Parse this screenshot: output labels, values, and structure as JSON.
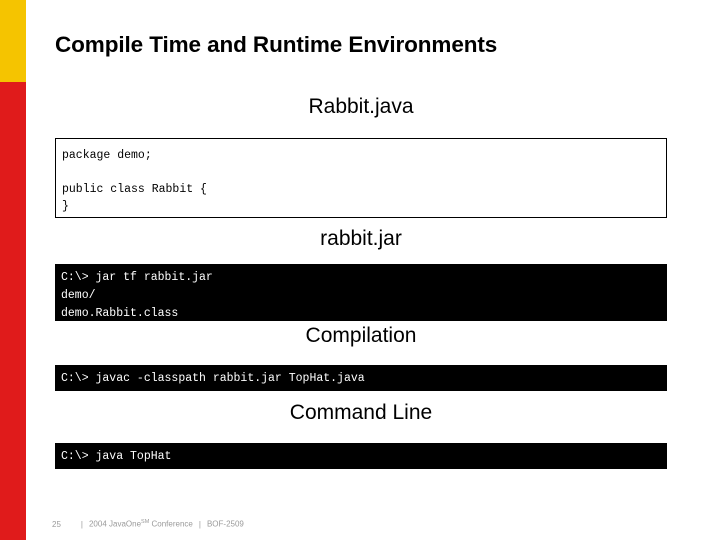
{
  "slide": {
    "title": "Compile Time and Runtime Environments",
    "headings": {
      "source_file": "Rabbit.java",
      "jar_file": "rabbit.jar",
      "compilation": "Compilation",
      "command_line": "Command Line"
    },
    "code_blocks": {
      "rabbit_java": "package demo;\n\npublic class Rabbit {\n}",
      "jar_output": "C:\\> jar tf rabbit.jar\ndemo/\ndemo.Rabbit.class",
      "javac_command": "C:\\> javac -classpath rabbit.jar TopHat.java",
      "java_command": "C:\\> java TopHat"
    },
    "footer": {
      "page_number": "25",
      "separator1": "|",
      "conference": "2004 JavaOne",
      "conference_sup": "SM",
      "conference_tail": " Conference",
      "separator2": "|",
      "session_id": "BOF-2509"
    },
    "colors": {
      "accent_yellow": "#f5c400",
      "accent_red": "#e01b1b",
      "console_bg": "#000000",
      "text": "#000000",
      "footer_text": "#9a9a9a"
    }
  }
}
